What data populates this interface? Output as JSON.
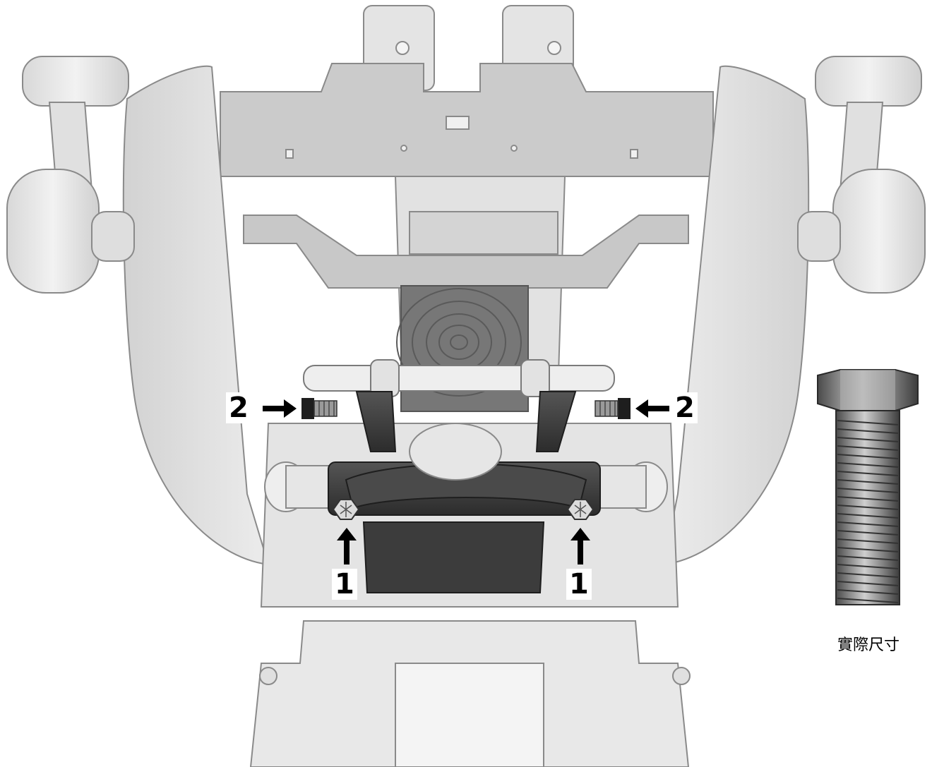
{
  "callouts": {
    "left_bolt": "1",
    "right_bolt": "1",
    "left_nut": "2",
    "right_nut": "2"
  },
  "caption": "實際尺寸",
  "colors": {
    "frame_light": "#e6e6e6",
    "frame_mid": "#cfcfcf",
    "frame_dark": "#a8a8a8",
    "part_dark": "#3a3a3a",
    "outline": "#7a7a7a",
    "arrow": "#000000"
  },
  "icons": {
    "arrow_up": "arrow-up-icon",
    "arrow_right": "arrow-right-icon",
    "arrow_left": "arrow-left-icon",
    "bolt": "hex-bolt-icon",
    "nut": "hex-nut-icon"
  }
}
